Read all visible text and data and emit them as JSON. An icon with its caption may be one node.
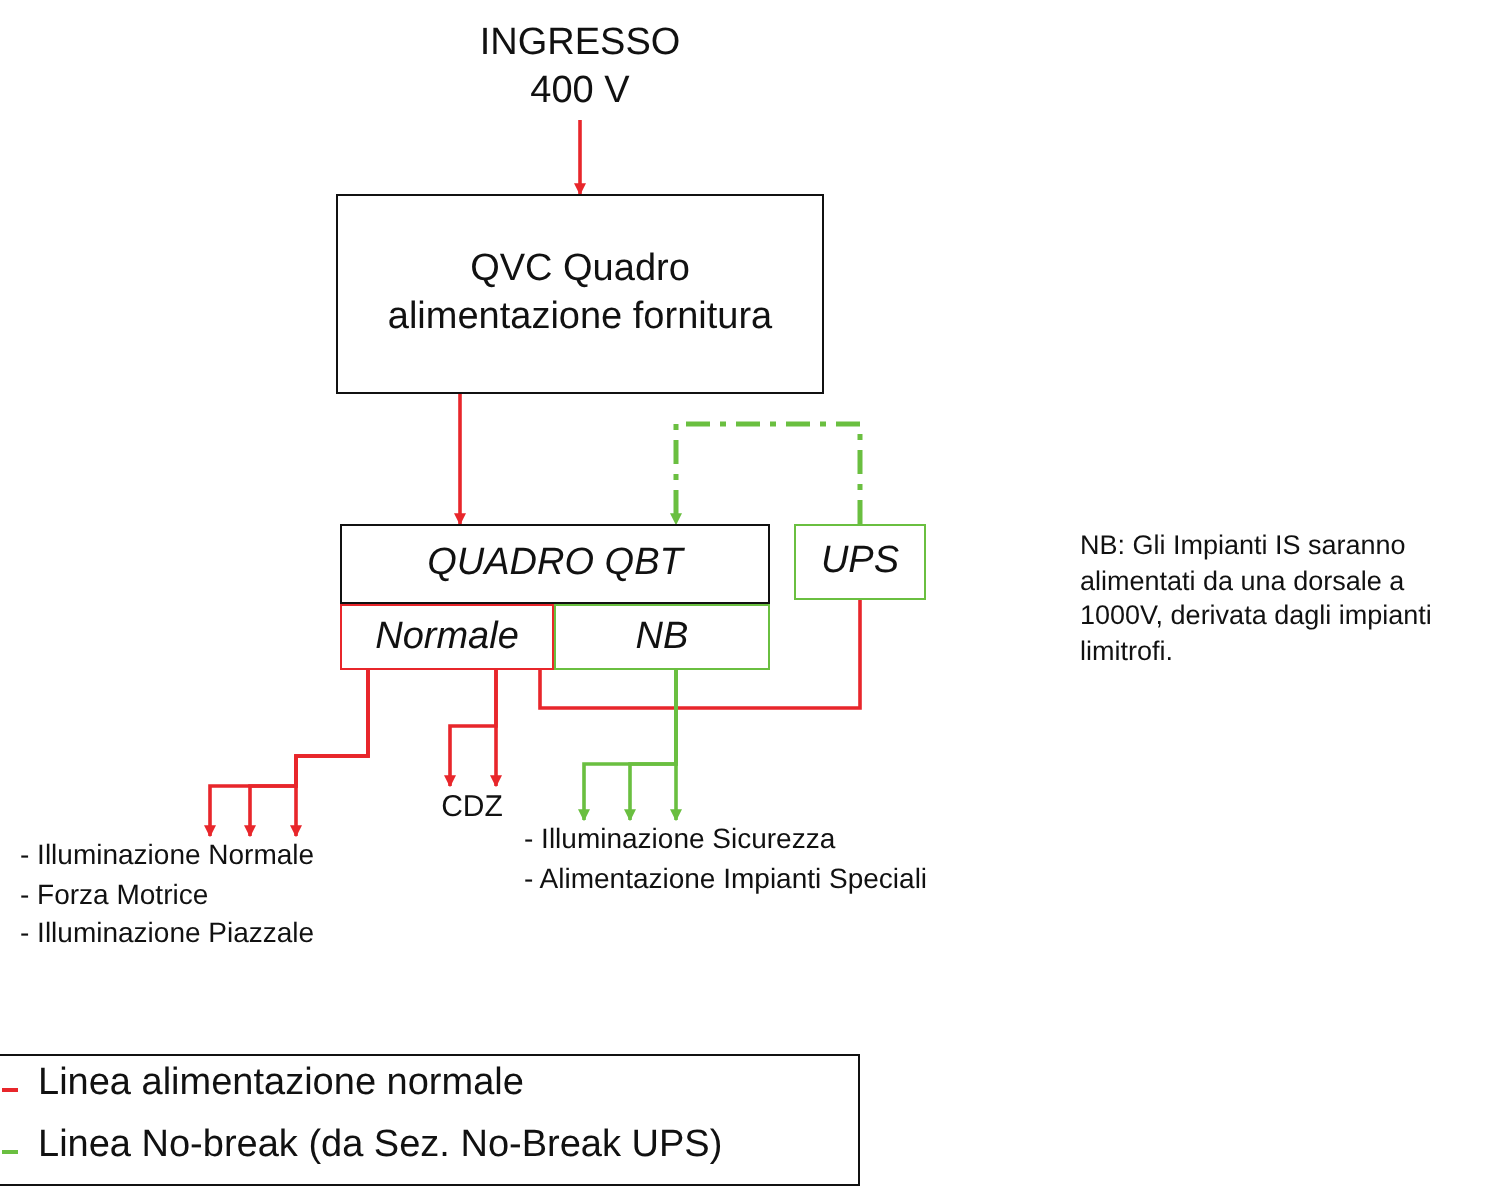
{
  "diagram": {
    "nodes": [
      {
        "text": [
          "INGRESSO 400 V"
        ]
      },
      {
        "text": [
          "QVC Quadro alimentazione fornitura"
        ]
      },
      {
        "text": [
          "QUADRO QBT"
        ]
      },
      {
        "text": [
          "Normale"
        ]
      },
      {
        "text": [
          "NB"
        ]
      },
      {
        "text": [
          "UPS"
        ]
      },
      {
        "text": [
          "CDZ"
        ]
      },
      {
        "text": [
          "- Illuminazione Normale",
          "- Forza Motrice",
          "- Illuminazione Piazzale"
        ]
      },
      {
        "text": [
          "- Illuminazione Sicurezza",
          "- Alimentazione Impianti Speciali"
        ]
      }
    ],
    "edges": [
      {
        "from": 0,
        "to": 1,
        "arrow": "to"
      },
      {
        "from": 1,
        "to": 2,
        "arrow": "to"
      },
      {
        "from": 5,
        "to": 2,
        "arrow": "to",
        "style": "dashed",
        "color": "#6abf40"
      },
      {
        "from": 5,
        "to": 3,
        "arrow": "none"
      },
      {
        "from": 3,
        "to": 7,
        "arrow": "to"
      },
      {
        "from": 3,
        "to": 7,
        "arrow": "to"
      },
      {
        "from": 3,
        "to": 7,
        "arrow": "to"
      },
      {
        "from": 3,
        "to": 6,
        "arrow": "to"
      },
      {
        "from": 3,
        "to": 6,
        "arrow": "to"
      },
      {
        "from": 4,
        "to": 8,
        "arrow": "to",
        "color": "#6abf40"
      },
      {
        "from": 4,
        "to": 8,
        "arrow": "to",
        "color": "#6abf40"
      },
      {
        "from": 4,
        "to": 8,
        "arrow": "to",
        "color": "#6abf40"
      }
    ],
    "labels": [
      "NB: Gli Impianti IS saranno alimentati da una dorsale a 1000V, derivata dagli impianti limitrofi."
    ],
    "legend": [
      {
        "text": "Linea alimentazione normale"
      },
      {
        "text": "Linea No-break (da Sez. No-Break UPS)"
      }
    ]
  }
}
